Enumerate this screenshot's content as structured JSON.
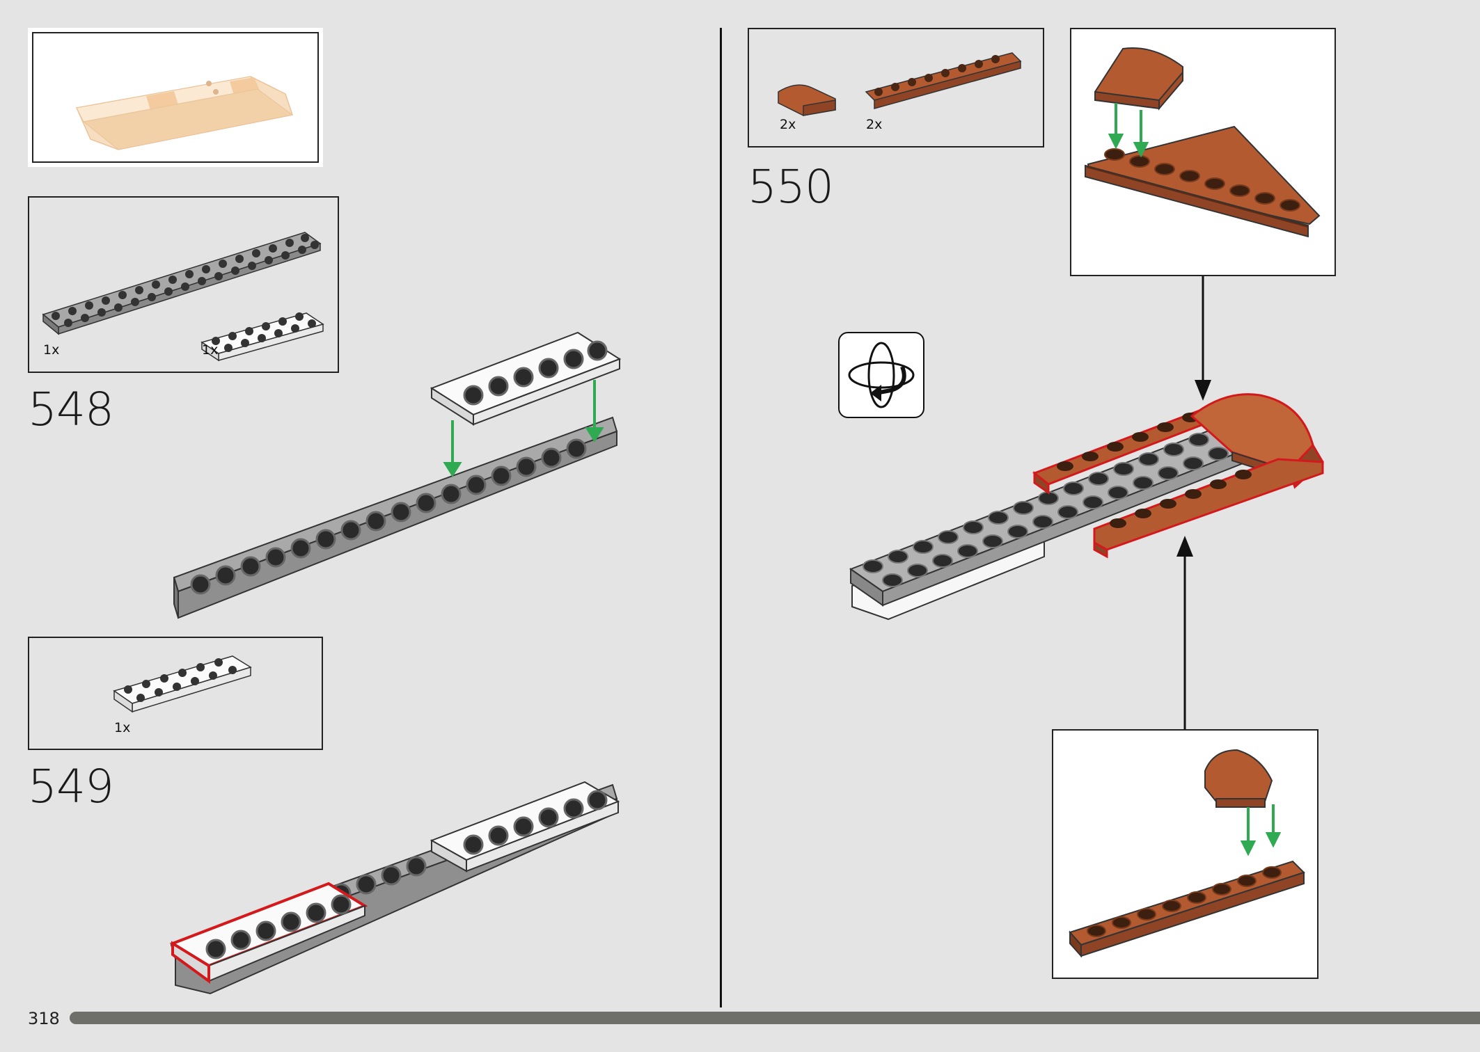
{
  "page": {
    "number": "318",
    "background": "#e4e4e4"
  },
  "colors": {
    "brick_gray": "#9e9e9e",
    "brick_white": "#f7f7f7",
    "brick_brown": "#b35a31",
    "brick_tan": "#f5cda0",
    "highlight": "#d4191c",
    "arrow_green": "#2faa52",
    "progress": "#6f6f69"
  },
  "preview": {
    "name": "assembly-preview",
    "description_icon": "tan-curved-assembly-icon"
  },
  "steps": [
    {
      "number": "548",
      "parts": [
        {
          "qty": "1x",
          "part": "plate-2x16-gray"
        },
        {
          "qty": "1x",
          "part": "plate-2x6-white"
        }
      ]
    },
    {
      "number": "549",
      "parts": [
        {
          "qty": "1x",
          "part": "plate-2x6-white"
        }
      ]
    },
    {
      "number": "550",
      "parts": [
        {
          "qty": "2x",
          "part": "curved-slope-brown"
        },
        {
          "qty": "2x",
          "part": "plate-1x8-rail-brown"
        }
      ]
    }
  ],
  "icons": {
    "rotate": "rotate-model-icon"
  },
  "progress": {
    "fraction": 1.0
  }
}
